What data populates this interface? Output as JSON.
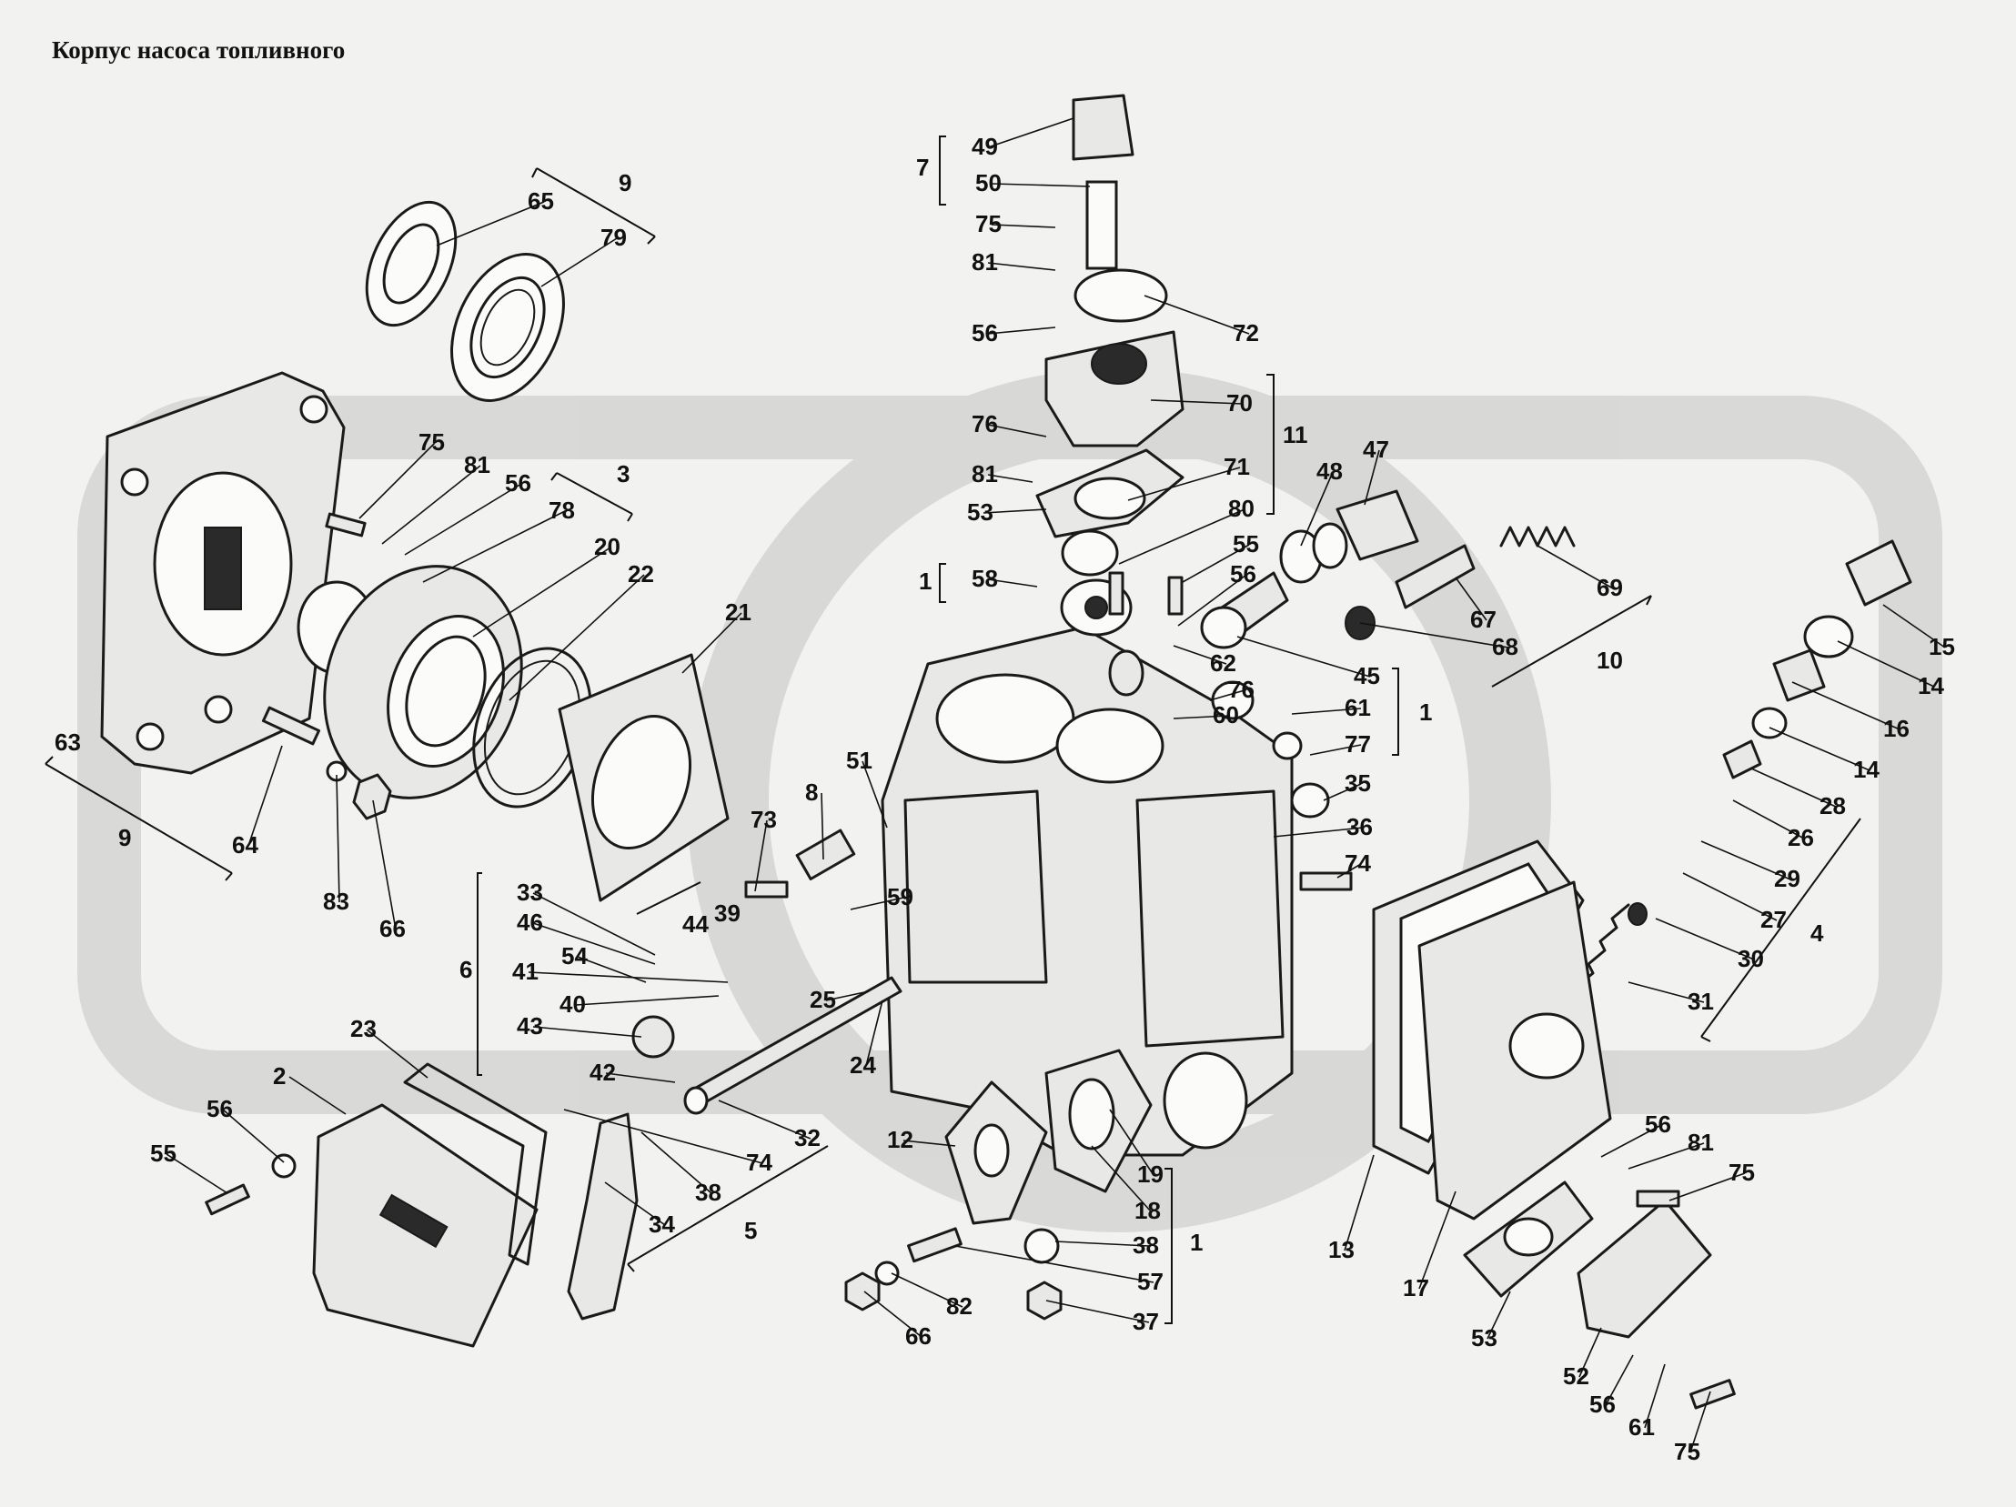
{
  "title": "Корпус насоса топливного",
  "callouts": [
    "1",
    "2",
    "3",
    "4",
    "5",
    "6",
    "7",
    "8",
    "9",
    "10",
    "11",
    "12",
    "13",
    "14",
    "15",
    "16",
    "17",
    "18",
    "19",
    "20",
    "21",
    "22",
    "23",
    "24",
    "25",
    "26",
    "27",
    "28",
    "29",
    "30",
    "31",
    "32",
    "33",
    "34",
    "35",
    "36",
    "37",
    "38",
    "39",
    "40",
    "41",
    "42",
    "43",
    "44",
    "45",
    "46",
    "47",
    "48",
    "49",
    "50",
    "51",
    "52",
    "53",
    "54",
    "55",
    "56",
    "57",
    "58",
    "59",
    "60",
    "61",
    "62",
    "63",
    "64",
    "65",
    "66",
    "67",
    "68",
    "69",
    "70",
    "71",
    "72",
    "73",
    "74",
    "75",
    "76",
    "77",
    "78",
    "79",
    "80",
    "81",
    "82",
    "83"
  ]
}
